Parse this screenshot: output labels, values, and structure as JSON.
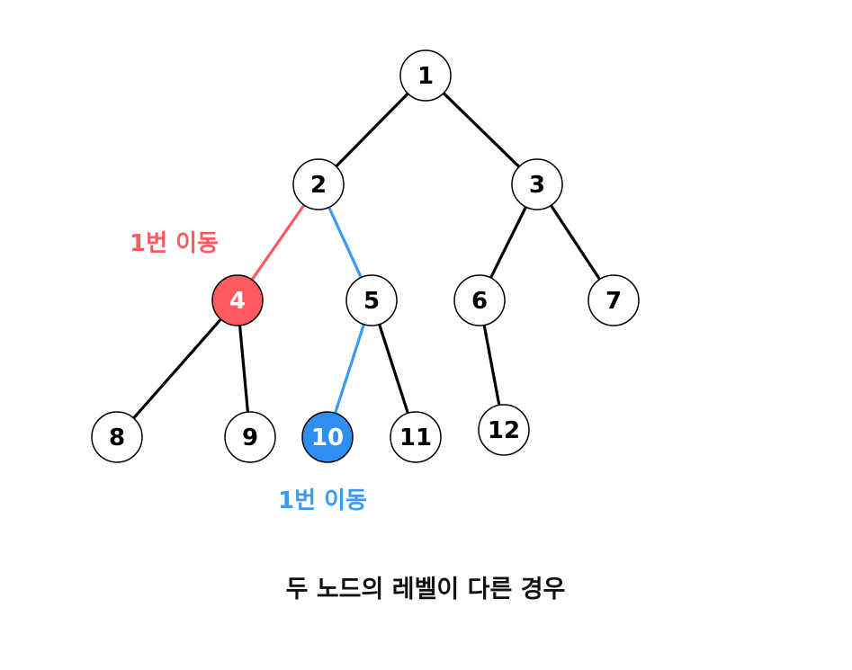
{
  "diagram": {
    "nodes": [
      {
        "id": "1",
        "label": "1",
        "highlight": "none"
      },
      {
        "id": "2",
        "label": "2",
        "highlight": "none"
      },
      {
        "id": "3",
        "label": "3",
        "highlight": "none"
      },
      {
        "id": "4",
        "label": "4",
        "highlight": "red"
      },
      {
        "id": "5",
        "label": "5",
        "highlight": "none"
      },
      {
        "id": "6",
        "label": "6",
        "highlight": "none"
      },
      {
        "id": "7",
        "label": "7",
        "highlight": "none"
      },
      {
        "id": "8",
        "label": "8",
        "highlight": "none"
      },
      {
        "id": "9",
        "label": "9",
        "highlight": "none"
      },
      {
        "id": "10",
        "label": "10",
        "highlight": "blue"
      },
      {
        "id": "11",
        "label": "11",
        "highlight": "none"
      },
      {
        "id": "12",
        "label": "12",
        "highlight": "none"
      }
    ],
    "edges": [
      {
        "from": "1",
        "to": "2",
        "color": "black"
      },
      {
        "from": "1",
        "to": "3",
        "color": "black"
      },
      {
        "from": "2",
        "to": "4",
        "color": "red"
      },
      {
        "from": "2",
        "to": "5",
        "color": "blue"
      },
      {
        "from": "3",
        "to": "6",
        "color": "black"
      },
      {
        "from": "3",
        "to": "7",
        "color": "black"
      },
      {
        "from": "4",
        "to": "8",
        "color": "black"
      },
      {
        "from": "4",
        "to": "9",
        "color": "black"
      },
      {
        "from": "5",
        "to": "10",
        "color": "blue"
      },
      {
        "from": "5",
        "to": "11",
        "color": "black"
      },
      {
        "from": "6",
        "to": "12",
        "color": "black"
      }
    ],
    "annotations": {
      "red_move": "1번 이동",
      "blue_move": "1번 이동"
    },
    "caption": "두 노드의 레벨이 다른 경우"
  },
  "colors": {
    "black": "#000000",
    "red": "#ff5a5f",
    "blue": "#3a9bf0",
    "node_fill": "#ffffff",
    "highlight_red_fill": "#ff5a5f",
    "highlight_blue_fill": "#2f8ff0",
    "text_dark": "#000000",
    "text_light": "#ffffff"
  }
}
